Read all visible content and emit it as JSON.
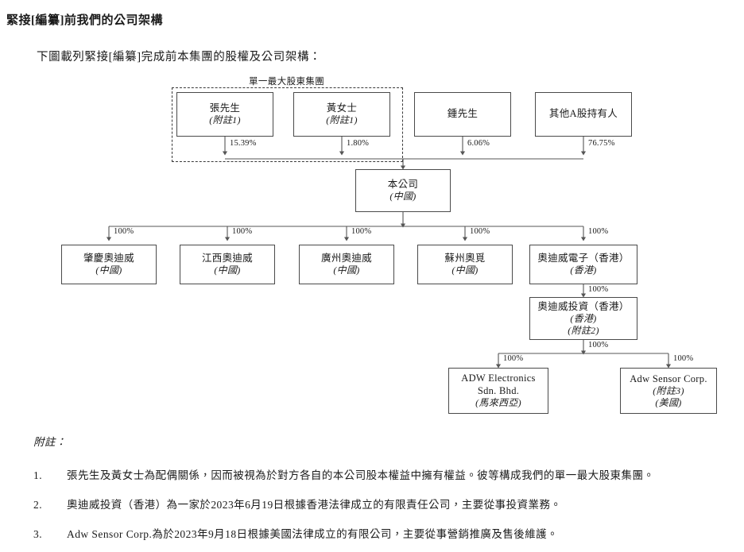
{
  "document": {
    "title": "緊接[編纂]前我們的公司架構",
    "intro": "下圖載列緊接[編纂]完成前本集團的股權及公司架構："
  },
  "diagram": {
    "group_label": "單一最大股東集團",
    "nodes": {
      "zhang": {
        "name": "張先生",
        "note": "(附註1)"
      },
      "huang": {
        "name": "黃女士",
        "note": "(附註1)"
      },
      "zhong": {
        "name": "鍾先生",
        "note": ""
      },
      "other_a": {
        "name": "其他A股持有人",
        "note": ""
      },
      "company": {
        "name": "本公司",
        "note": "(中國)"
      },
      "zhaoqing": {
        "name": "肇慶奧迪威",
        "note": "(中國)"
      },
      "jiangxi": {
        "name": "江西奧迪威",
        "note": "(中國)"
      },
      "guangzhou": {
        "name": "廣州奧迪威",
        "note": "(中國)"
      },
      "suzhou": {
        "name": "蘇州奧覓",
        "note": "(中國)"
      },
      "hk_electronics": {
        "name": "奧迪威電子（香港）",
        "note": "(香港)"
      },
      "hk_investment": {
        "name": "奧迪威投資（香港）",
        "note": "(香港)",
        "note2": "(附註2)"
      },
      "adw_electronics": {
        "name": "ADW Electronics",
        "name2": "Sdn. Bhd.",
        "note": "(馬來西亞)"
      },
      "adw_sensor": {
        "name": "Adw Sensor Corp.",
        "note": "(附註3)",
        "note2": "(美國)"
      }
    },
    "percentages": {
      "zhang_to_company": "15.39%",
      "huang_to_company": "1.80%",
      "zhong_to_company": "6.06%",
      "other_a_to_company": "76.75%",
      "company_to_zhaoqing": "100%",
      "company_to_jiangxi": "100%",
      "company_to_guangzhou": "100%",
      "company_to_suzhou": "100%",
      "company_to_hk_electronics": "100%",
      "hk_electronics_to_hk_investment": "100%",
      "hk_investment_down": "100%",
      "hk_investment_to_adw_electronics": "100%",
      "hk_investment_to_adw_sensor": "100%"
    }
  },
  "notes": {
    "heading": "附註：",
    "items": [
      {
        "num": "1.",
        "text": "張先生及黃女士為配偶關係，因而被視為於對方各自的本公司股本權益中擁有權益。彼等構成我們的單一最大股東集團。"
      },
      {
        "num": "2.",
        "text": "奧迪威投資（香港）為一家於2023年6月19日根據香港法律成立的有限責任公司，主要從事投資業務。"
      },
      {
        "num": "3.",
        "text": "Adw Sensor Corp.為於2023年9月18日根據美國法律成立的有限公司，主要從事營銷推廣及售後維護。"
      }
    ]
  },
  "colors": {
    "text": "#1a1a1a",
    "box_border": "#4a4a4a",
    "dashed_border": "#3a3a3a",
    "connector": "#555555",
    "background": "#ffffff"
  }
}
